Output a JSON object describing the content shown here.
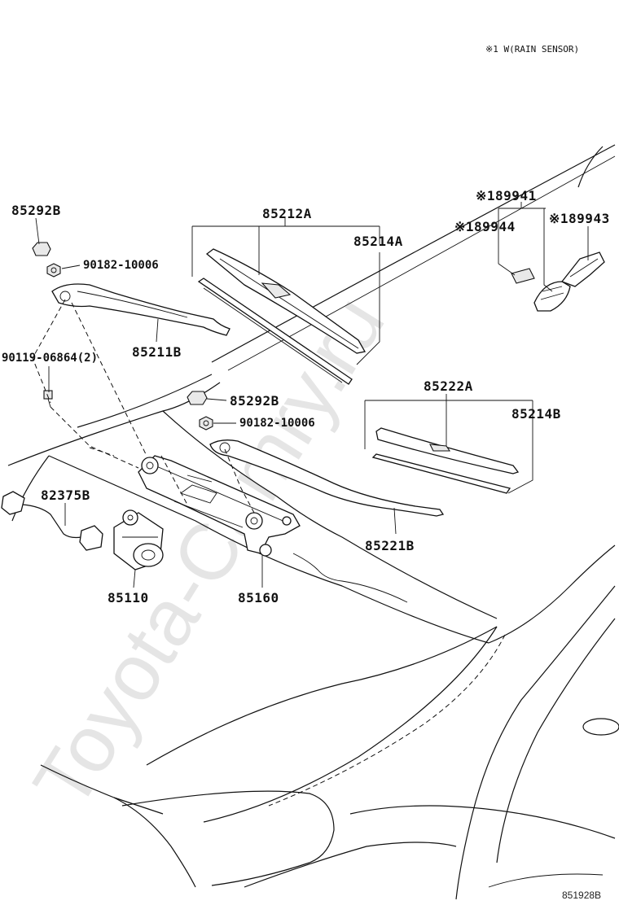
{
  "note": "※1 W(RAIN SENSOR)",
  "watermark": "Toyota-Camry.ru",
  "reference": "851928B",
  "labels": {
    "p85292B_top": "85292B",
    "p90182_top": "90182-10006",
    "p85211B": "85211B",
    "p90119": "90119-06864(2)",
    "p85212A": "85212A",
    "p85214A": "85214A",
    "p89941": "※189941",
    "p89944": "※189944",
    "p89943": "※189943",
    "p85292B_mid": "85292B",
    "p90182_mid": "90182-10006",
    "p85222A": "85222A",
    "p85214B": "85214B",
    "p82375B": "82375B",
    "p85110": "85110",
    "p85160": "85160",
    "p85221B": "85221B"
  }
}
